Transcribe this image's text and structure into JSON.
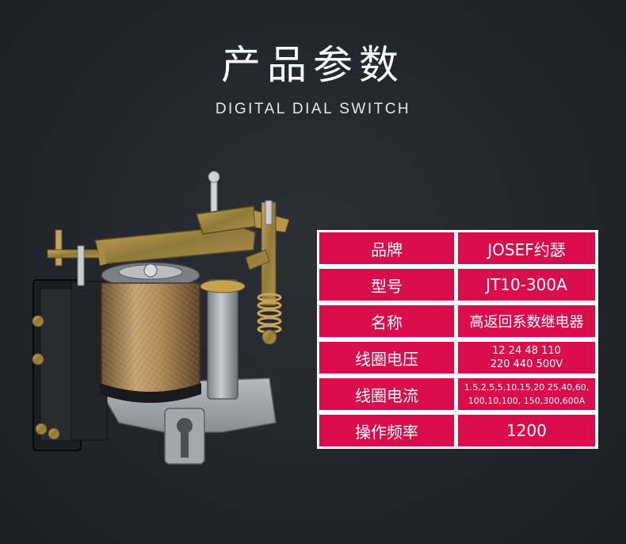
{
  "header": {
    "title": "产品参数",
    "subtitle": "DIGITAL DIAL SWITCH"
  },
  "specs": [
    {
      "label": "品牌",
      "value": "JOSEF约瑟"
    },
    {
      "label": "型号",
      "value": "JT10-300A"
    },
    {
      "label": "名称",
      "value": "高返回系数继电器"
    },
    {
      "label": "线圈电压",
      "value_lines": [
        "12 24 48 110",
        "220 440 500V"
      ]
    },
    {
      "label": "线圈电流",
      "value_lines": [
        "1.5,2.5,5,10,15,20 25,40,60,",
        "100,10,100, 150,300,600A"
      ]
    },
    {
      "label": "操作频率",
      "value": "1200"
    }
  ],
  "colors": {
    "background": "#24272d",
    "table_cell": "#d90d4c",
    "table_border": "#ffffff"
  }
}
